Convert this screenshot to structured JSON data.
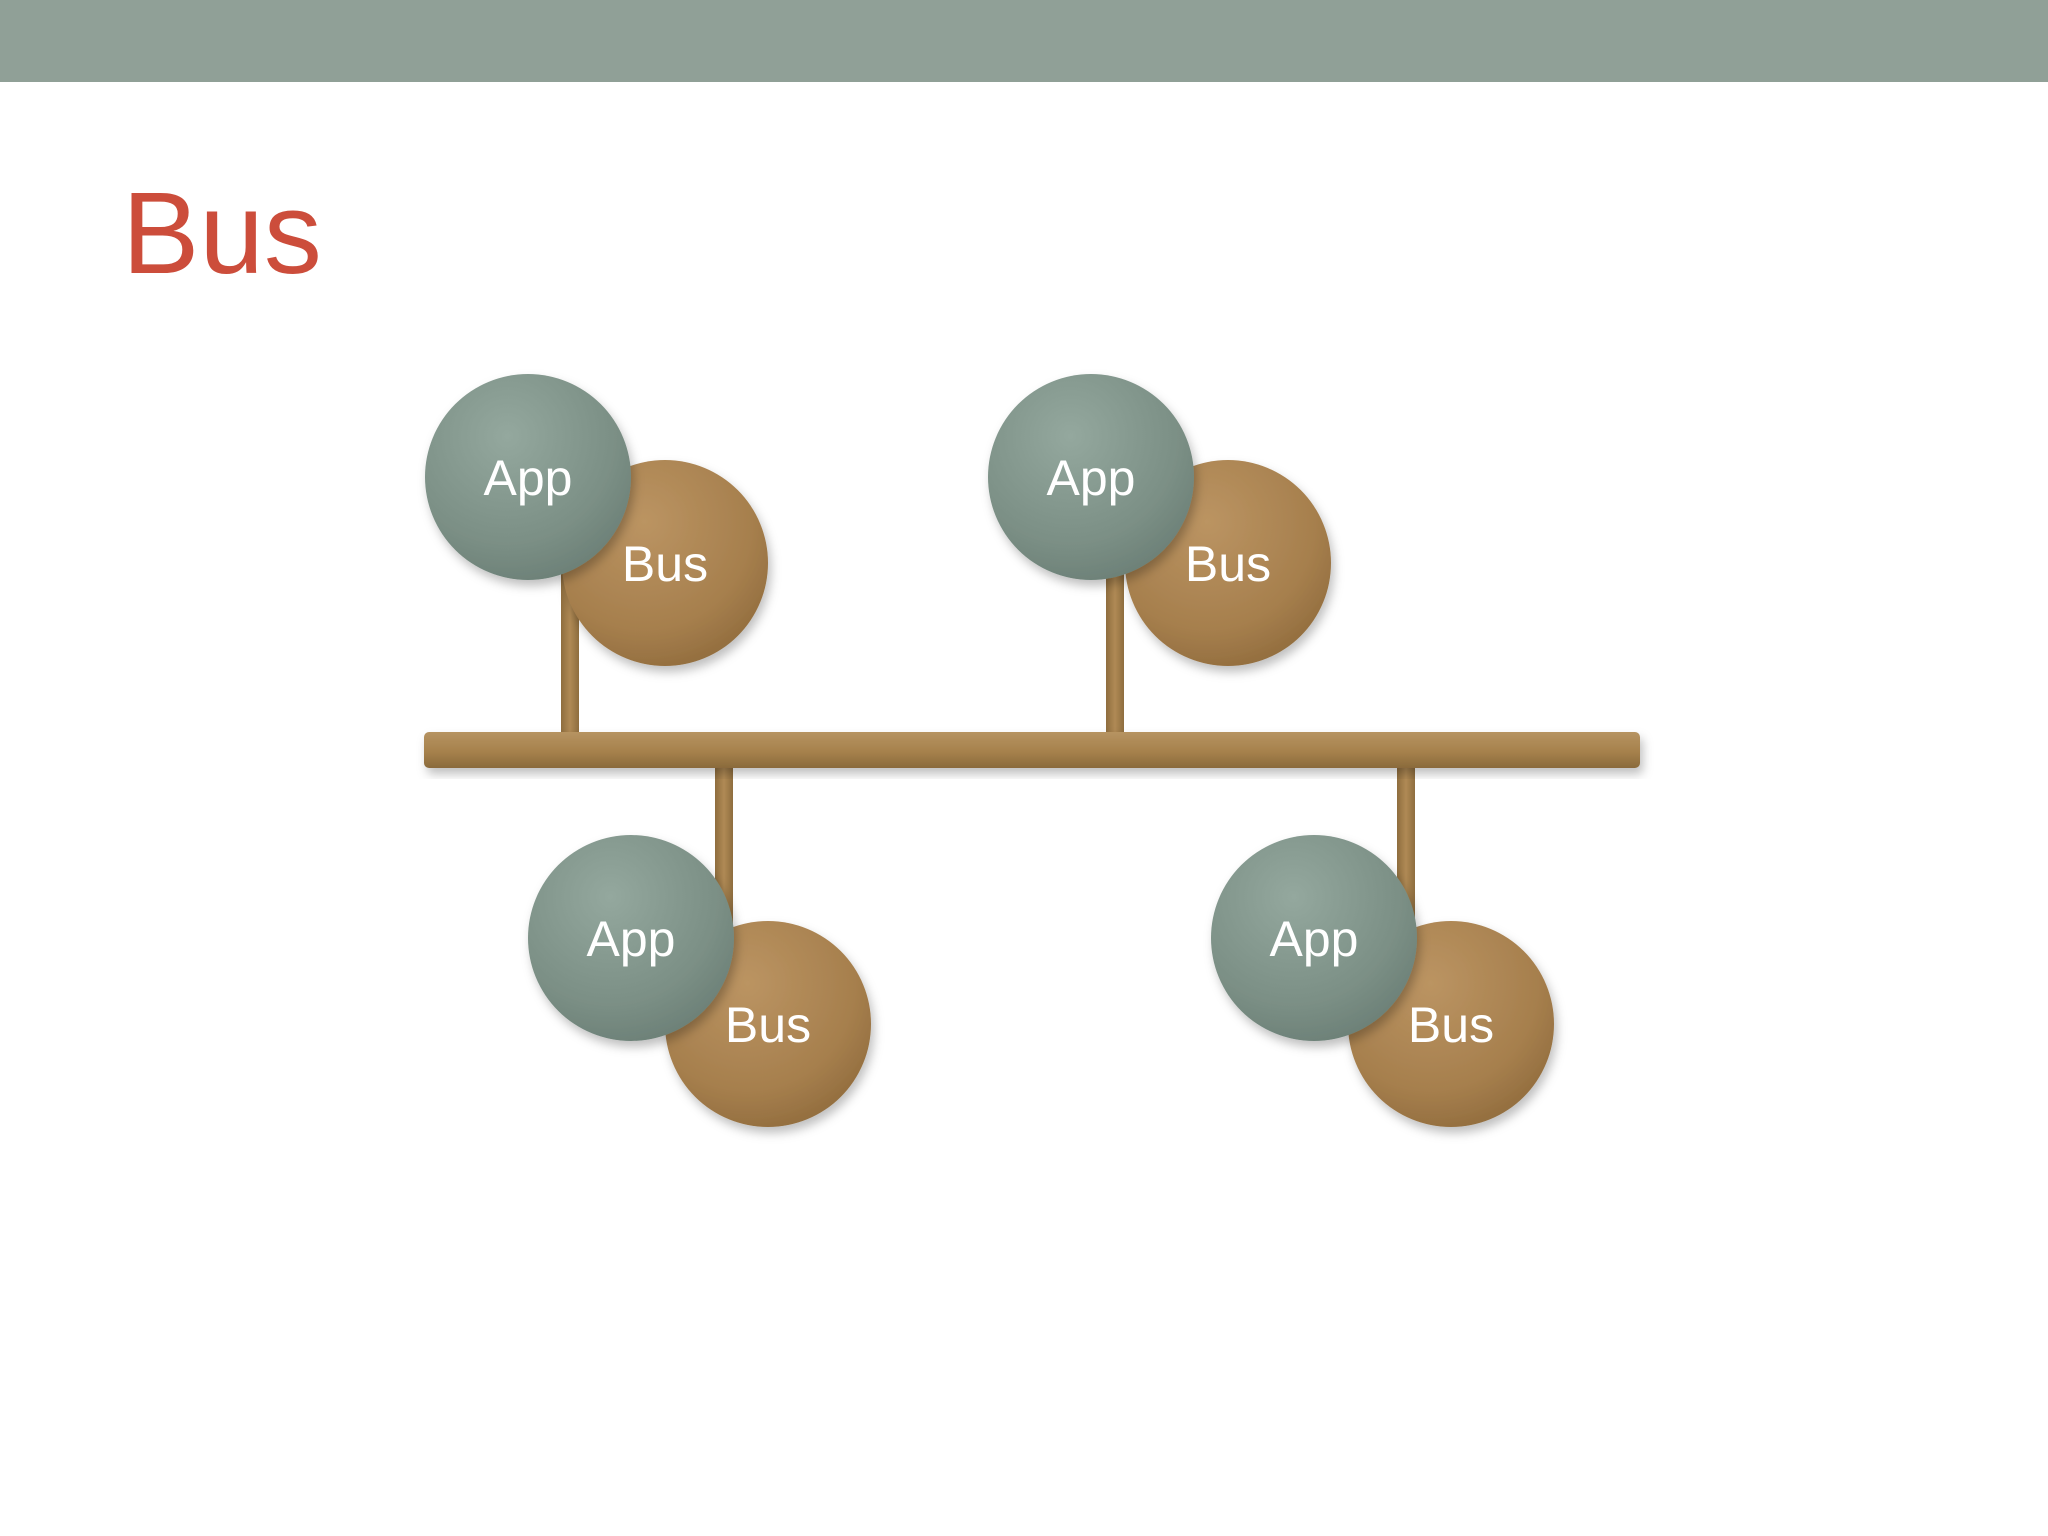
{
  "slide": {
    "title": "Bus",
    "colors": {
      "top_band": "#90a097",
      "title": "#cc4d3b",
      "app_node": "#7f948a",
      "bus_node": "#a8814f",
      "bus_bar": "#a8844f",
      "label": "#ffffff"
    }
  },
  "diagram": {
    "nodes": [
      {
        "app_label": "App",
        "bus_label": "Bus"
      },
      {
        "app_label": "App",
        "bus_label": "Bus"
      },
      {
        "app_label": "App",
        "bus_label": "Bus"
      },
      {
        "app_label": "App",
        "bus_label": "Bus"
      }
    ]
  }
}
